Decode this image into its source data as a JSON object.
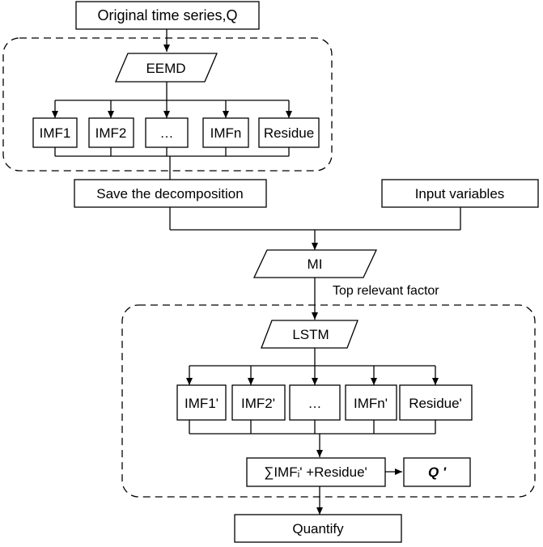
{
  "nodes": {
    "original": "Original time series,Q",
    "eemd": "EEMD",
    "imf1": "IMF1",
    "imf2": "IMF2",
    "ellipsis_top": "…",
    "imfn": "IMFn",
    "residue": "Residue",
    "save": "Save the decomposition",
    "input_vars": "Input variables",
    "mi": "MI",
    "top_factor": "Top relevant factor",
    "lstm": "LSTM",
    "imf1p": "IMF1'",
    "imf2p": "IMF2'",
    "ellipsis_bottom": "…",
    "imfnp": "IMFn'",
    "residuep": "Residue'",
    "sum": "∑IMFᵢ' +Residue'",
    "qprime": "Q '",
    "quantify": "Quantify"
  }
}
